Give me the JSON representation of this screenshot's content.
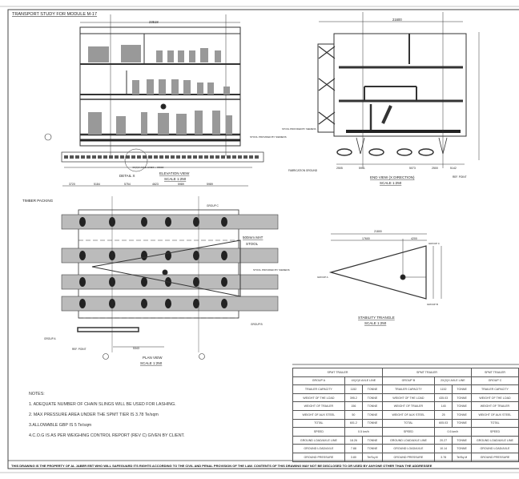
{
  "title": "TRANSPORT STUDY FOR MODULE M-17",
  "elevation": {
    "overall_dim": "23518",
    "axle_note": "4X(X)X AXLE LINES + 33600",
    "detail": "DETAIL X",
    "title": "ELEVATION VIEW",
    "scale": "SCALE 1:250",
    "stool_note": "STOOL PROVIDED BY SIEMENS"
  },
  "end_view": {
    "overall_dim": "21600",
    "title": "END VIEW (X DIRECTION)",
    "scale": "SCALE 1:250",
    "fabrication_ground": "FABRICATION GROUND",
    "ref_point": "REF. POINT",
    "stool_note": "STOOL PROVIDED BY SIEMENS",
    "dims": [
      "2505",
      "5941",
      "5073",
      "2500",
      "5142"
    ]
  },
  "plan_view": {
    "timber_packing": "TIMBER PACKING",
    "mat": "500mm MAT",
    "stool": "STOOL",
    "stool_note": "STOOL PROVIDED BY SIEMENS",
    "group_a": "GROUP A",
    "group_b": "GROUP B",
    "group_c": "GROUP C",
    "ref_point": "REF. POINT",
    "title": "PLAN VIEW",
    "scale": "SCALE 1:250",
    "dims": [
      "3720",
      "5184",
      "5754",
      "4623",
      "5989",
      "5989"
    ],
    "bottom_dim": "5343"
  },
  "stability": {
    "total": "21800",
    "left": "17600",
    "right": "4200",
    "group_a": "GROUP A",
    "group_b": "GROUP B",
    "group_c": "GROUP C",
    "title": "STABILITY TRIANGLE",
    "scale": "SCALE 1:250"
  },
  "notes": {
    "heading": "NOTES:",
    "items": [
      "1. ADEQUATE NUMBER OF CHAIN SLINGS WILL BE USED FOR LASHING.",
      "2. MAX PRESSURE AREA UNDER THE SPMT TIER IS 3.78 Te/sqm",
      "3.ALLOWABLE GBP IS 5 Te/sqm",
      "4.C.O.G IS AS PER WEIGHING CONTROL REPORT (REV C) GIVEN BY CLIENT."
    ]
  },
  "table": {
    "groups": [
      {
        "header": "SPMT TRAILER",
        "name": "GROUP A",
        "axle": "4X(X)X AXLE LINE",
        "rows": [
          [
            "TRAILER CAPACITY",
            "1152",
            "TONNE"
          ],
          [
            "WEIGHT OF THE LOAD",
            "395.2",
            "TONNE"
          ],
          [
            "WEIGHT OF TRAILER",
            "156",
            "TONNE"
          ],
          [
            "WEIGHT OF AUX STEEL",
            "50",
            "TONNE"
          ],
          [
            "TOTAL",
            "601.2",
            "TONNE"
          ]
        ],
        "speed": [
          "SPEED",
          "0.5 km/h"
        ],
        "ground": [
          [
            "GROUND LOAD/AXLE LINE",
            "18.26",
            "TONNE"
          ],
          [
            "GROUND LOAD/AXLE",
            "7.88",
            "TONNE"
          ],
          [
            "GROUND PRESSURE",
            "3.80",
            "Te/Sq.M"
          ]
        ]
      },
      {
        "header": "SPMT TRAILER",
        "name": "GROUP B",
        "axle": "2X(X)X AXLE LINE",
        "rows": [
          [
            "TRAILER CAPACITY",
            "1152",
            "TONNE"
          ],
          [
            "WEIGHT OF THE LOAD",
            "435.03",
            "TONNE"
          ],
          [
            "WEIGHT OF TRAILER",
            "145",
            "TONNE"
          ],
          [
            "WEIGHT OF AUX STEEL",
            "25",
            "TONNE"
          ],
          [
            "TOTAL",
            "605.03",
            "TONNE"
          ]
        ],
        "speed": [
          "SPEED",
          "0.5 km/h"
        ],
        "ground": [
          [
            "GROUND LOAD/AXLE LINE",
            "20.27",
            "TONNE"
          ],
          [
            "GROUND LOAD/AXLE",
            "10.14",
            "TONNE"
          ],
          [
            "GROUND PRESSURE",
            "3.78",
            "Te/Sq.M"
          ]
        ]
      },
      {
        "header": "SPMT TRAILER",
        "name": "GROUP C",
        "rows": [
          [
            "TRAILER CAPACITY"
          ],
          [
            "WEIGHT OF THE LOAD"
          ],
          [
            "WEIGHT OF TRAILER"
          ],
          [
            "WEIGHT OF AUX STEEL"
          ],
          [
            "TOTAL"
          ]
        ],
        "speed": [
          "SPEED"
        ],
        "ground": [
          [
            "GROUND LOAD/AXLE LINE"
          ],
          [
            "GROUND LOAD/AXLE"
          ],
          [
            "GROUND PRESSURE"
          ]
        ]
      }
    ]
  },
  "disclaimer": "THIS DRAWING IS THE PROPERTY OF AL JABER EBT WHO WILL SAFEGUARD ITS RIGHTS ACCORDING TO THE CIVIL AND PENAL PROVISION OF THE LAW. CONTENTS OF THIS DRAWING MAY NOT BE DISCLOSED TO OR USED BY ANYONE OTHER THAN THE ADDRESSEE"
}
